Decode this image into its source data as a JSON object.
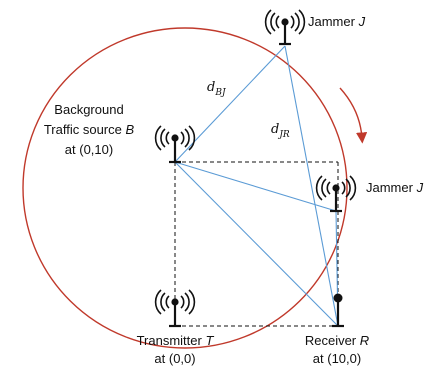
{
  "labels": {
    "jammer_top": {
      "text": "Jammer ",
      "var": "J"
    },
    "jammer_right": {
      "text": "Jammer ",
      "var": "J"
    },
    "background_line1": "Background",
    "background_line2": {
      "text": "Traffic source ",
      "var": "B"
    },
    "background_coord": "at (0,10)",
    "transmitter_line1": {
      "text": "Transmitter ",
      "var": "T"
    },
    "transmitter_coord": "at (0,0)",
    "receiver_line1": {
      "text": "Receiver ",
      "var": "R"
    },
    "receiver_coord": "at (10,0)",
    "d_bj": {
      "base": "d",
      "sub": "BJ"
    },
    "d_jr": {
      "base": "d",
      "sub": "JR"
    }
  },
  "colors": {
    "circle": "#c0392b",
    "arrow": "#c0392b",
    "link": "#5b9bd5",
    "dashed": "#111111",
    "antenna": "#111111"
  },
  "icons": {
    "antenna": "radio-tower-icon"
  }
}
